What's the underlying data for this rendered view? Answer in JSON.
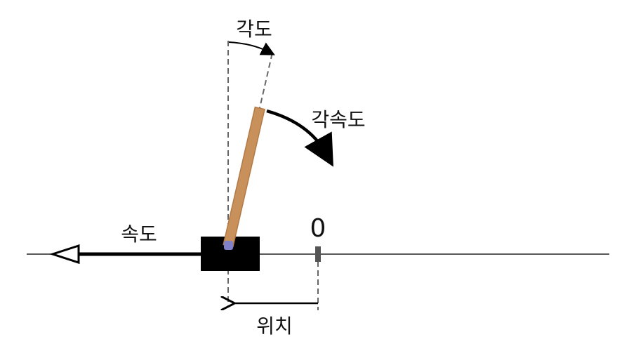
{
  "labels": {
    "angle": "각도",
    "angular_velocity": "각속도",
    "velocity": "속도",
    "origin": "0",
    "position": "위치"
  },
  "colors": {
    "pole": "#c8915b",
    "pole_edge": "#b47a45",
    "cart": "#000000",
    "axle": "#8080c8",
    "ground": "#222222",
    "dashed": "#666666",
    "origin_marker": "#555555",
    "arrow": "#000000"
  },
  "icons": {
    "velocity_arrowhead": "triangle-outline-arrowhead",
    "angular_velocity_arrowhead": "filled-arrowhead"
  }
}
